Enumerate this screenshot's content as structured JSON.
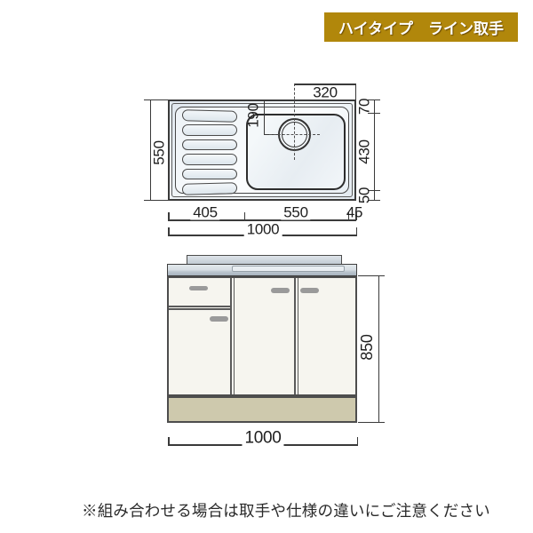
{
  "badge": {
    "label_left": "ハイタイプ",
    "label_right": "ライン取手",
    "bg_color": "#b1870b",
    "text_color": "#ffffff"
  },
  "sink_top_view": {
    "dim_depth_left": "550",
    "dim_faucet_offset_right": "320",
    "dim_faucet_offset_top": "190",
    "dim_right_top": "70",
    "dim_right_middle": "430",
    "dim_right_bottom": "50",
    "dim_bottom_drainboard": "405",
    "dim_bottom_bowl": "550",
    "dim_bottom_margin": "45",
    "dim_total_width": "1000"
  },
  "cabinet_front_view": {
    "dim_height": "850",
    "dim_width": "1000"
  },
  "footer": {
    "note": "※組み合わせる場合は取手や仕様の違いにご注意ください"
  },
  "colors": {
    "badge_bg": "#b1870b",
    "line": "#3a3a3a",
    "countertop": "#d7dee4",
    "backsplash": "#ccd5dd",
    "kickplate": "#cec9ad",
    "door": "#f6f5ef",
    "handle": "#9a9a9a"
  }
}
